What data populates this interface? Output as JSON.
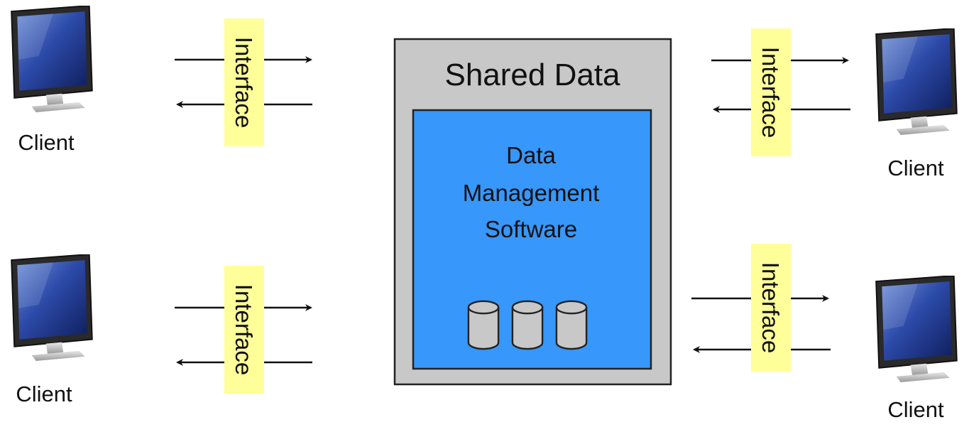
{
  "server": {
    "title": "Shared Data",
    "software_label": [
      "Data",
      "Management",
      "Software"
    ],
    "colors": {
      "outer_fill": "#c8c8c8",
      "inner_fill": "#3797fa",
      "db_fill": "#c8c8c8",
      "stroke": "#222222"
    }
  },
  "interface": {
    "label": "Interface",
    "color": "#ffff99"
  },
  "clients": [
    {
      "label": "Client",
      "position": "top-left"
    },
    {
      "label": "Client",
      "position": "bottom-left"
    },
    {
      "label": "Client",
      "position": "top-right"
    },
    {
      "label": "Client",
      "position": "bottom-right"
    }
  ],
  "icons": {
    "client": "monitor-icon",
    "database": "database-cylinder-icon",
    "arrow": "arrow-icon"
  }
}
